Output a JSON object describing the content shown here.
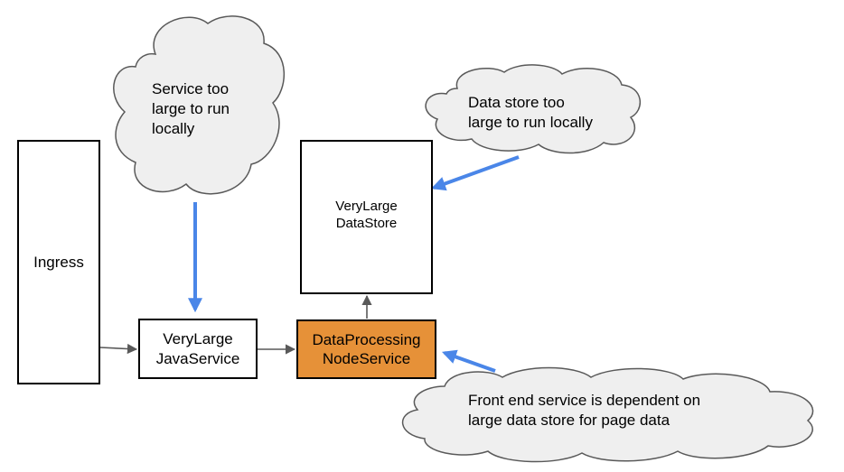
{
  "boxes": {
    "ingress": {
      "label": "Ingress"
    },
    "datastore": {
      "label": "VeryLarge\nDataStore"
    },
    "java_service": {
      "label": "VeryLarge\nJavaService"
    },
    "node_service": {
      "label": "DataProcessing\nNodeService"
    }
  },
  "clouds": {
    "service_too_large": {
      "text": "Service too\nlarge to run\nlocally"
    },
    "datastore_too_large": {
      "text": "Data store too\nlarge to run locally"
    },
    "front_end_dependent": {
      "text": "Front end service is dependent on\nlarge data store for page data"
    }
  },
  "colors": {
    "node_service_fill": "#e69138",
    "cloud_fill": "#efefef",
    "cloud_stroke": "#595959",
    "callout_arrow": "#4a86e8",
    "connector_arrow": "#595959",
    "box_border": "#000000"
  }
}
